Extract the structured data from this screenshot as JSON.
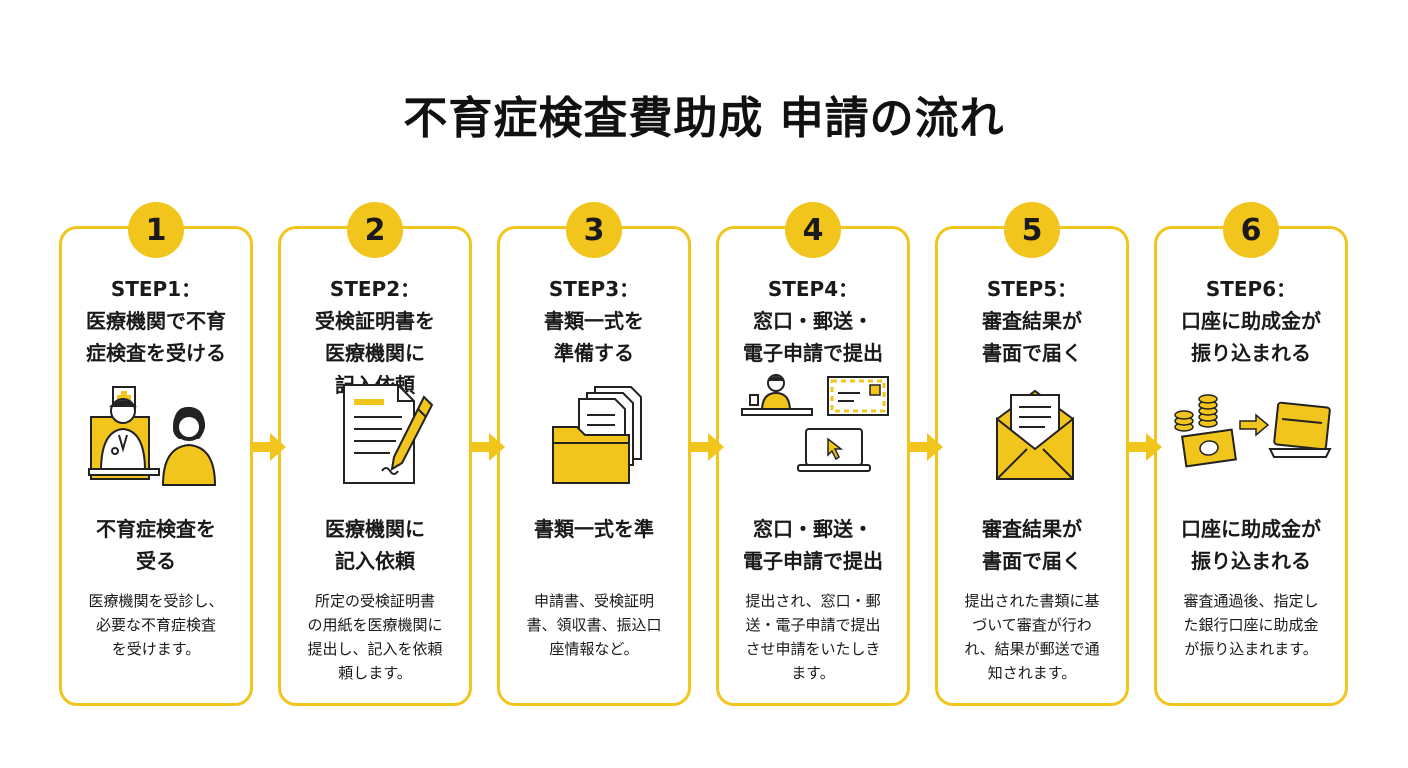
{
  "title": "不育症検査費助成 申請の流れ",
  "steps": [
    {
      "number": "1",
      "label": "STEP1：",
      "title": "医療機関で不育\n症検査を受ける",
      "sub_title": "不育症検査を\n受る",
      "description": "医療機関を受診し、\n必要な不育症検査\nを受けます。"
    },
    {
      "number": "2",
      "label": "STEP2：",
      "title": "受検証明書を\n医療機関に\n記入依頼",
      "sub_title": "医療機関に\n記入依頼",
      "description": "所定の受検証明書\nの用紙を医療機関に\n提出し、記入を依頼\n頼します。"
    },
    {
      "number": "3",
      "label": "STEP3：",
      "title": "書類一式を\n準備する",
      "sub_title": "書類一式を準",
      "description": "申請書、受検証明\n書、領収書、振込口\n座情報など。"
    },
    {
      "number": "4",
      "label": "STEP4：",
      "title": "窓口・郵送・\n電子申請で提出",
      "sub_title": "窓口・郵送・\n電子申請で提出",
      "description": "提出され、窓口・郵\n送・電子申請で提出\nさせ申請をいたしき\nます。"
    },
    {
      "number": "5",
      "label": "STEP5：",
      "title": "審査結果が\n書面で届く",
      "sub_title": "審査結果が\n書面で届く",
      "description": "提出された書類に基\nづいて審査が行わ\nれ、結果が郵送で通\n知されます。"
    },
    {
      "number": "6",
      "label": "STEP6：",
      "title": "口座に助成金が\n振り込まれる",
      "sub_title": "口座に助成金が\n振り込まれる",
      "description": "審査通過後、指定し\nた銀行口座に助成金\nが振り込まれます。"
    }
  ],
  "colors": {
    "accent": "#f2c51c",
    "text": "#1a1a1a",
    "background": "#ffffff"
  },
  "icons": [
    "doctor-patient-icon",
    "form-pen-icon",
    "document-folder-icon",
    "submission-methods-icon",
    "letter-envelope-icon",
    "bank-transfer-icon",
    "arrow-right-icon"
  ]
}
